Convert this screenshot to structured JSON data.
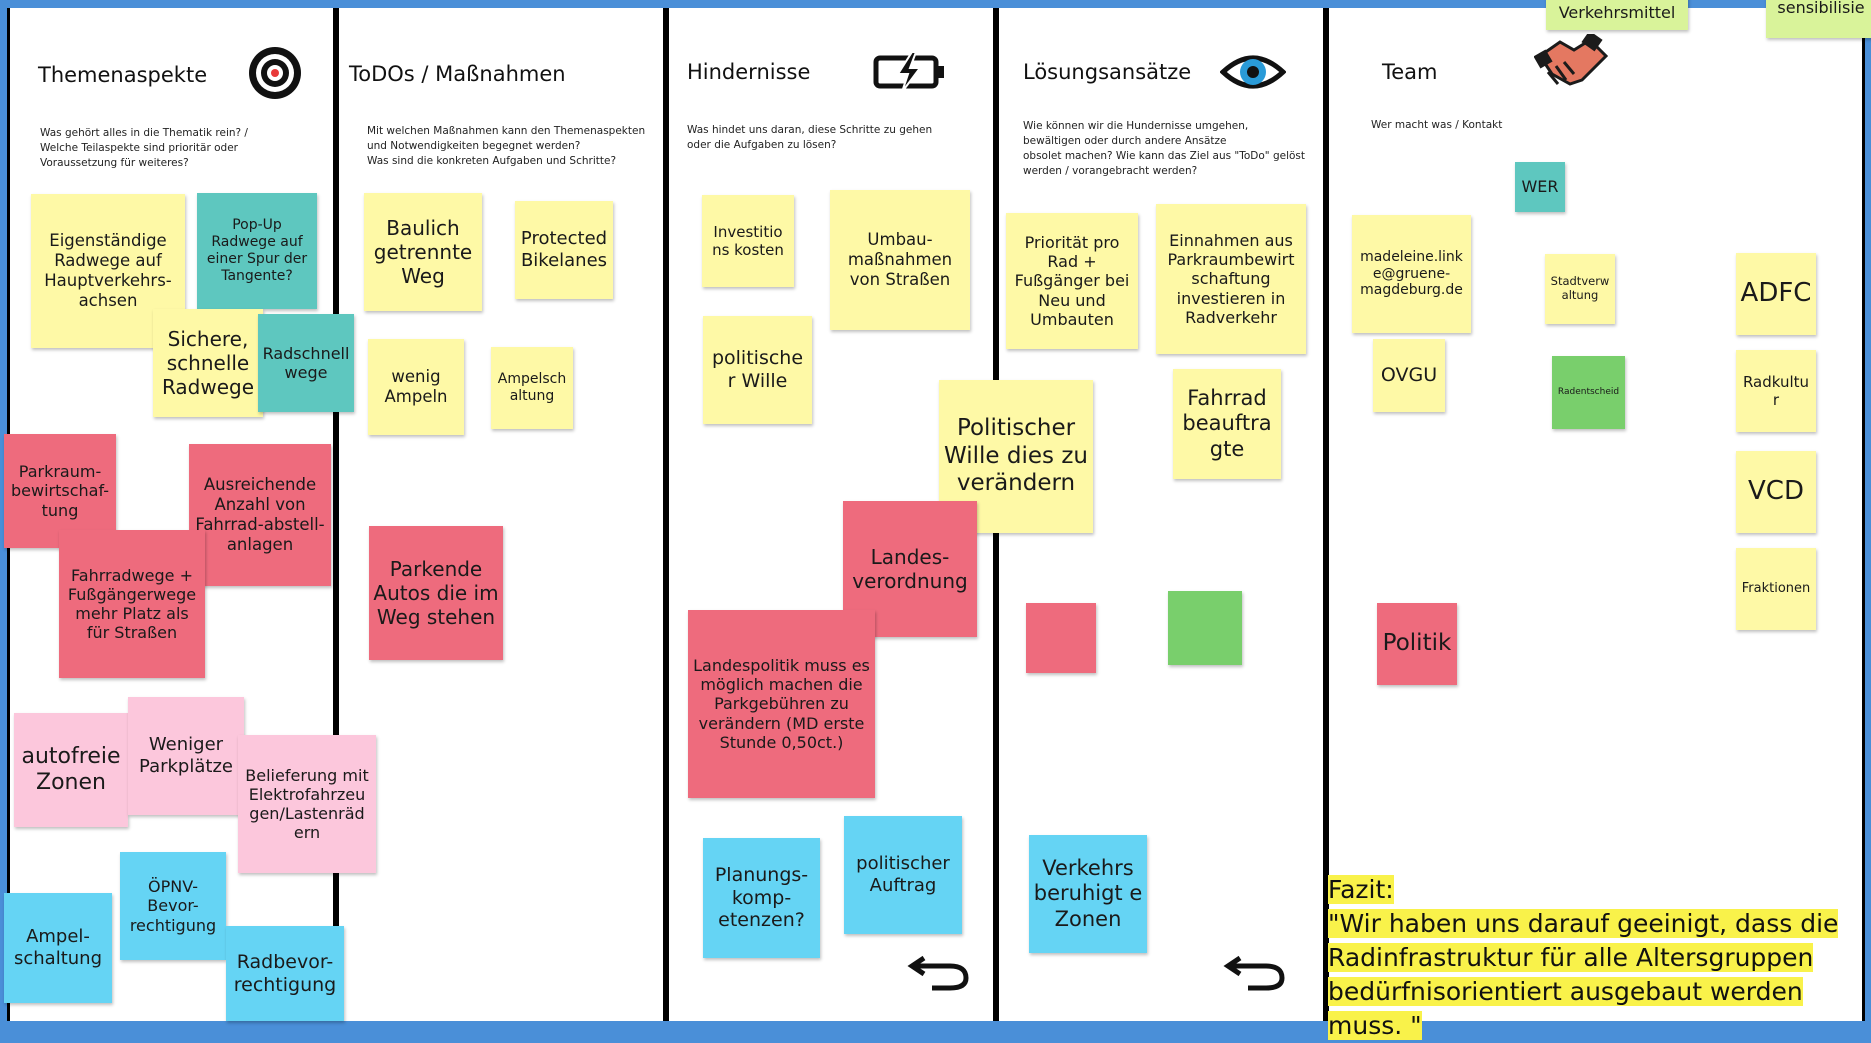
{
  "columns": [
    {
      "title": "Themenaspekte",
      "desc": "Was gehört alles in die Thematik rein? /\nWelche Teilaspekte sind prioritär oder\n Voraussetzung für weiteres?"
    },
    {
      "title": "ToDOs / Maßnahmen",
      "desc": "Mit welchen Maßnahmen kann den Themenaspekten\n und Notwendigkeiten begegnet werden?\nWas sind die konkreten Aufgaben und Schritte?"
    },
    {
      "title": "Hindernisse",
      "desc": "Was hindet uns daran, diese Schritte zu gehen\n oder die Aufgaben zu lösen?"
    },
    {
      "title": "Lösungsansätze",
      "desc": "Wie können wir die Hundernisse umgehen,\n bewältigen oder durch andere Ansätze\nobsolet machen? Wie kann das Ziel aus \"ToDo\" gelöst\nwerden / vorangebracht werden?"
    },
    {
      "title": "Team",
      "desc": "Wer macht was / Kontakt"
    }
  ],
  "top_notes": {
    "verkehrsmittel": "Verkehrsmittel",
    "sensibilis": "sensibilisie"
  },
  "notes": {
    "eigenstaendige": "Eigenständige Radwege auf Hauptverkehrs-achsen",
    "popup": "Pop-Up Radwege auf einer Spur der Tangente?",
    "sichere": "Sichere, schnelle Radwege",
    "radschnell": "Radschnell wege",
    "parkraum": "Parkraum-bewirtschaf-tung",
    "ausreichende": "Ausreichende Anzahl von Fahrrad-abstell-anlagen",
    "fahrradwege": "Fahrradwege + Fußgängerwege mehr Platz als für Straßen",
    "autofreie": "autofreie Zonen",
    "weniger_parkplaetze": "Weniger Parkplätze",
    "belieferung": "Belieferung mit Elektrofahrzeu gen/Lastenräd ern",
    "oepnv": "ÖPNV-Bevor-rechtigung",
    "ampelschaltung": "Ampel-schaltung",
    "radbevor": "Radbevor-rechtigung",
    "baulich": "Baulich getrennte Weg",
    "protected": "Protected Bikelanes",
    "wenig_ampeln": "wenig Ampeln",
    "ampelschaltung2": "Ampelsch altung",
    "parkende": "Parkende Autos die im Weg stehen",
    "investitionskosten": "Investitio ns kosten",
    "umbau": "Umbau-maßnahmen von Straßen",
    "politischer_wille": "politische r Wille",
    "politischer_wille_dies": "Politischer Wille dies zu verändern",
    "landesverordnung": "Landes-verordnung",
    "landespolitik": "Landespolitik muss es möglich machen die Parkgebühren zu verändern (MD erste Stunde 0,50ct.)",
    "planungskomp": "Planungs-komp-etenzen?",
    "politischer_auftrag": "politischer Auftrag",
    "prioritaet": "Priorität pro Rad + Fußgänger bei Neu und Umbauten",
    "einnahmen": "Einnahmen aus Parkraumbewirt schaftung investieren in Radverkehr",
    "fahrradbeauftragte": "Fahrrad beauftra gte",
    "verkehrsberuhigt": "Verkehrs beruhigt e Zonen",
    "wer": "WER",
    "madeleine": "madeleine.link e@gruene-magdeburg.de",
    "stadtverwaltung": "Stadtverw altung",
    "adfc": "ADFC",
    "ovgu": "OVGU",
    "radentscheid": "Radentscheid",
    "radkultur": "Radkultur",
    "vcd": "VCD",
    "fraktionen": "Fraktionen",
    "politik": "Politik"
  },
  "fazit": {
    "label": "Fazit:",
    "line1": "\"Wir haben uns darauf geeinigt, dass die",
    "line2": "Radinfrastruktur für alle Altersgruppen",
    "line3": "bedürfnisorientiert ausgebaut werden muss. \""
  },
  "colors": {
    "yellow": "#fef9a6",
    "teal": "#5ec7bf",
    "red": "#ee6b7d",
    "pink": "#fcc7dc",
    "blue": "#65d4f4",
    "green": "#79cf6c",
    "highlight": "#f9f24a"
  }
}
